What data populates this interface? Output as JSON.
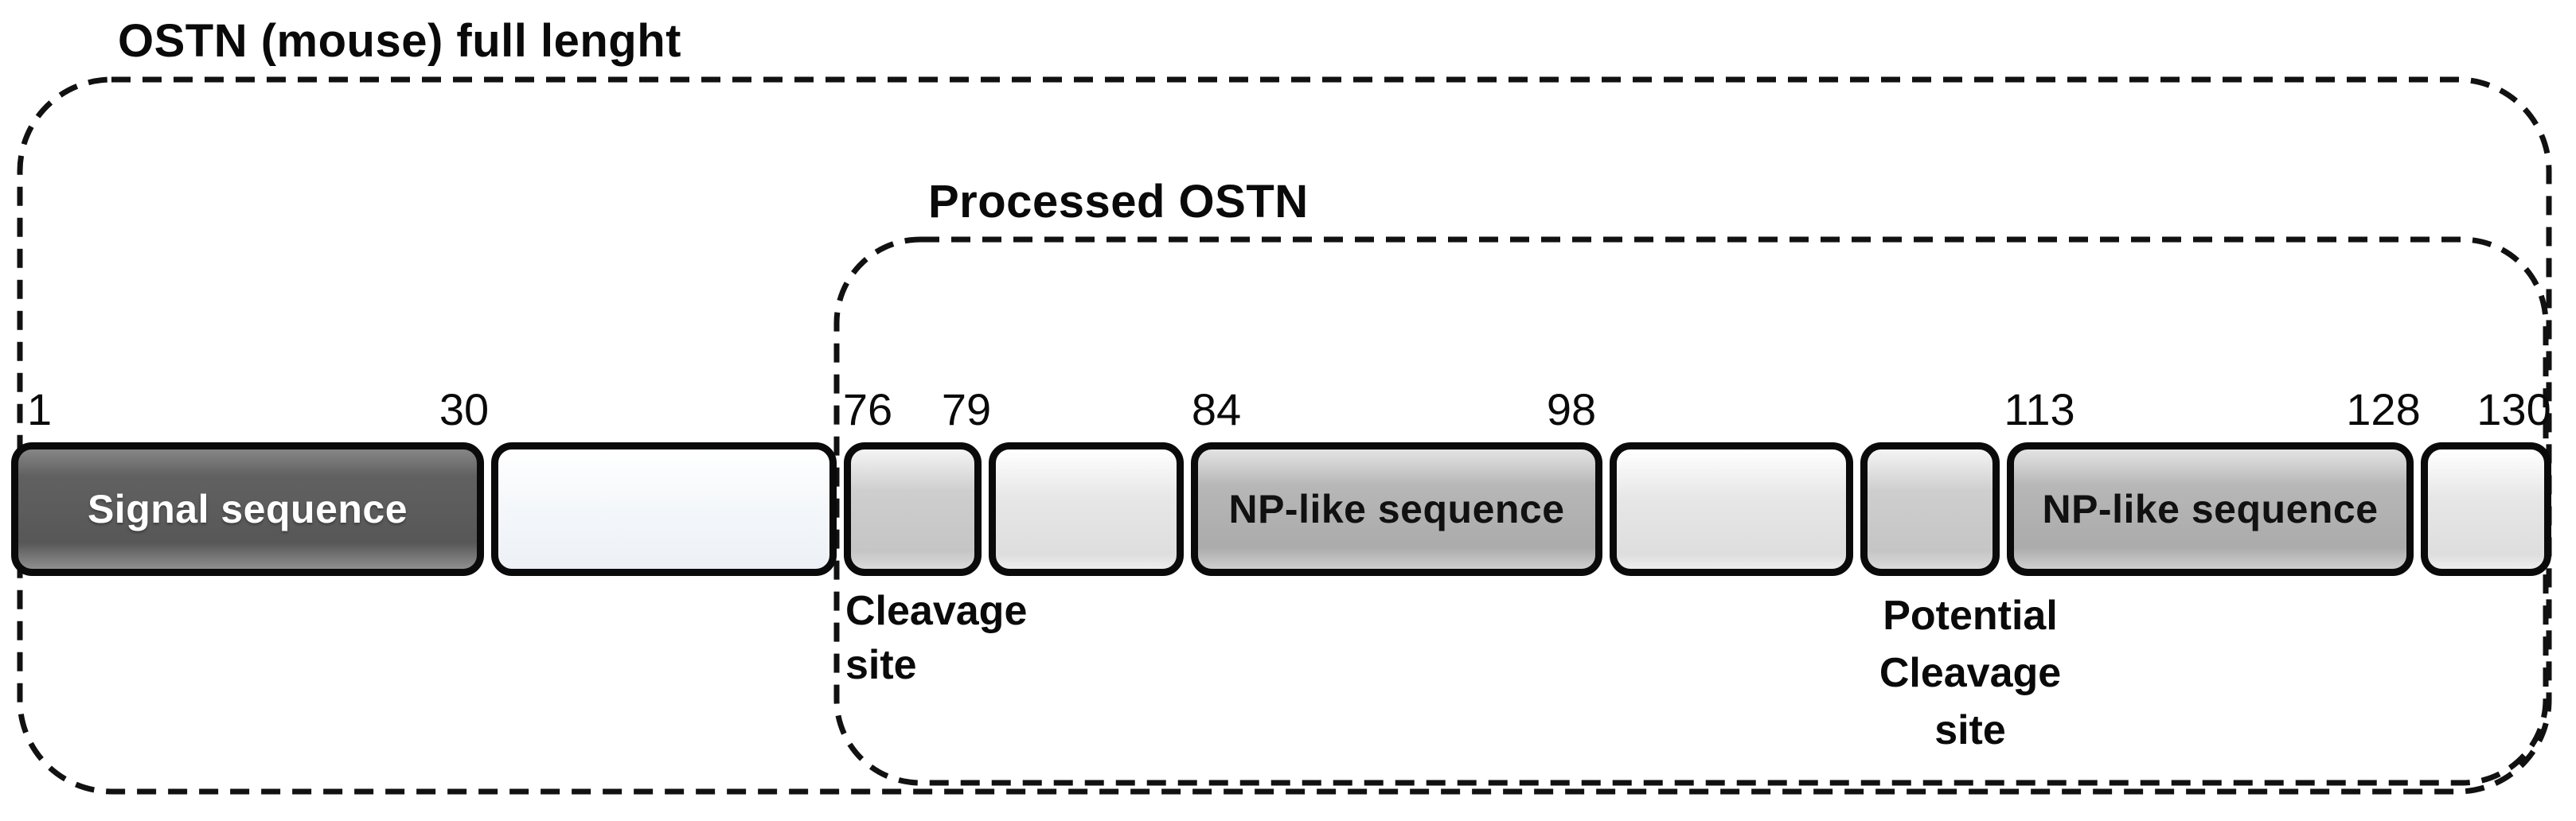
{
  "figure": {
    "outer_label": "OSTN (mouse) full lenght",
    "inner_label": "Processed OSTN"
  },
  "ticks": [
    "1",
    "30",
    "76",
    "79",
    "84",
    "98",
    "113",
    "128",
    "130"
  ],
  "segments": [
    {
      "name": "signal-sequence",
      "label": "Signal sequence",
      "shade": "dark"
    },
    {
      "name": "region-30-76",
      "label": "",
      "shade": "pale"
    },
    {
      "name": "cleavage-region-76-79",
      "label": "",
      "shade": "mid"
    },
    {
      "name": "region-79-84",
      "label": "",
      "shade": "light"
    },
    {
      "name": "np-like-sequence-1",
      "label": "NP-like sequence",
      "shade": "np"
    },
    {
      "name": "region-98-113",
      "label": "",
      "shade": "light"
    },
    {
      "name": "potential-cleavage-region",
      "label": "",
      "shade": "mid"
    },
    {
      "name": "np-like-sequence-2",
      "label": "NP-like sequence",
      "shade": "np"
    },
    {
      "name": "region-128-130",
      "label": "",
      "shade": "light"
    }
  ],
  "annotations": {
    "cleavage_site": "Cleavage\nsite",
    "potential_cleavage_site": "Potential\nCleavage\nsite"
  },
  "colors": {
    "background": "#ffffff",
    "outline": "#111111",
    "segment_border": "#0a0a0a",
    "signal_fill": "#5c5c5c",
    "np_like_fill": "#b3b3b3",
    "cleavage_box_fill": "#cbcbcb",
    "linker_fill": "#e3e3e3",
    "pale_fill": "#f4f7fa",
    "signal_text": "#ffffff",
    "text": "#000000"
  }
}
